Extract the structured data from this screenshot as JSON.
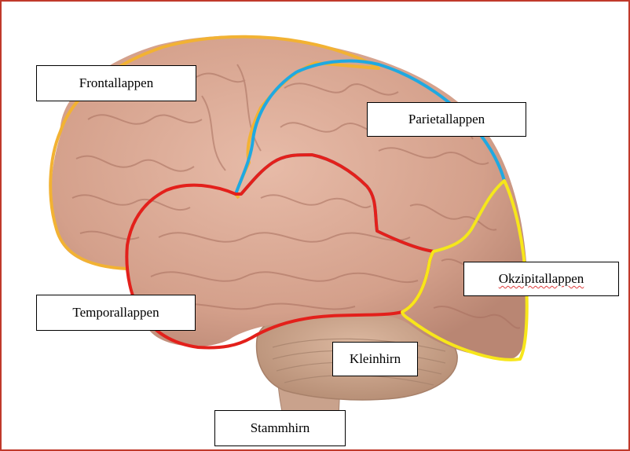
{
  "diagram": {
    "colors": {
      "frame": "#c0392b",
      "frontal_outline": "#f2b233",
      "parietal_outline": "#1fa9e1",
      "temporal_outline": "#e3201b",
      "occipital_outline": "#f7e61b",
      "brain_tissue": "#d9a894",
      "cerebellum": "#c9a48c"
    },
    "labels": {
      "frontal": "Frontallappen",
      "parietal": "Parietallappen",
      "occipital": "Okzipitallappen",
      "temporal": "Temporallappen",
      "cerebellum": "Kleinhirn",
      "brainstem": "Stammhirn"
    }
  }
}
